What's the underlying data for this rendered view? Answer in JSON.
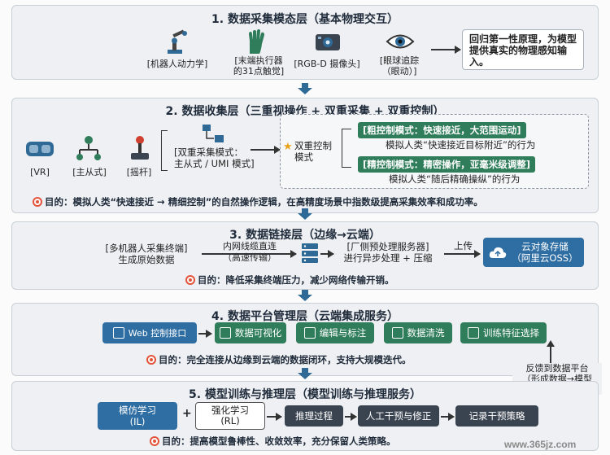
{
  "layer1": {
    "title": "1. 数据采集模态层（基本物理交互）",
    "items": [
      {
        "label": "[机器人动力学]",
        "icon": "robot-arm-icon"
      },
      {
        "label": "[末端执行器\n的31点触觉]",
        "icon": "glove-hand-icon"
      },
      {
        "label": "[RGB-D 摄像头]",
        "icon": "camera-icon"
      },
      {
        "label": "[眼球追踪\n（眼动）]",
        "icon": "eye-icon"
      }
    ],
    "summary": "回归第一性原理，为模型提供真实的物理感知输入。"
  },
  "layer2": {
    "title": "2. 数据收集层（三重视操作 + 双重采集 + 双重控制）",
    "devices": [
      {
        "label": "[VR]",
        "icon": "vr-headset-icon"
      },
      {
        "label": "[主从式]",
        "icon": "master-slave-icon"
      },
      {
        "label": "[摇杆]",
        "icon": "joystick-icon"
      }
    ],
    "dual_collect": "[双重采集模式：\n主从式 / UMI 模式]",
    "dual_control": "双重控制\n模式",
    "coarse_tag": "[粗控制模式：快速接近，大范围运动]",
    "coarse_desc": "模拟人类“快速接近目标附近”的行为",
    "fine_tag": "[精控制模式：精密操作，亚毫米级调整]",
    "fine_desc": "模拟人类“随后精确操纵”的行为",
    "goal": "目的：模拟人类“快速接近 → 精细控制”的自然操作逻辑，在高精度场景中指数级提高采集效率和成功率。"
  },
  "layer3": {
    "title": "3. 数据链接层（边缘→云端）",
    "terminal": "[多机器人采集终端]\n生成原始数据",
    "link": "内网线缆直连\n（高速传输）",
    "server": "[厂侧预处理服务器]\n进行异步处理 + 压缩",
    "upload": "上传",
    "cloud": "云对象存储\n（阿里云OSS）",
    "goal": "目的：降低采集终端压力，减少网络传输开销。"
  },
  "layer4": {
    "title": "4. 数据平台管理层（云端集成服务）",
    "buttons": [
      {
        "label": "Web 控制接口",
        "icon": "web-code-icon"
      },
      {
        "label": "数据可视化",
        "icon": "bar-chart-icon"
      },
      {
        "label": "编辑与标注",
        "icon": "edit-icon"
      },
      {
        "label": "数据清洗",
        "icon": "search-doc-icon"
      },
      {
        "label": "训练特征选择",
        "icon": "check-cycle-icon"
      }
    ],
    "goal": "目的：完全连接从边缘到云端的数据闭环，支持大规模迭代。",
    "feedback": "反馈到数据平台\n（形成数据→模型\n双向迭代闭环）"
  },
  "layer5": {
    "title": "5. 模型训练与推理层（模型训练与推理服务）",
    "il": "模仿学习\n(IL)",
    "plus": "+",
    "rl": "强化学习\n(RL)",
    "infer": "推理过程",
    "human": "人工干预与修正",
    "record": "记录干预策略",
    "goal": "目的：提高模型鲁棒性、收敛效率，充分保留人类策略。"
  },
  "watermark": "www.365jz.com"
}
